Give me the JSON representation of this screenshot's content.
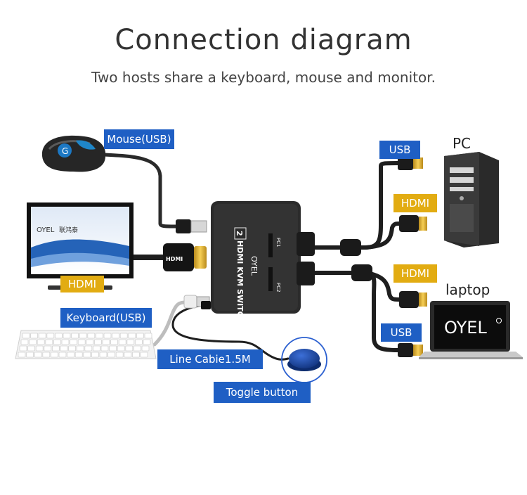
{
  "header": {
    "title": "Connection diagram",
    "subtitle": "Two hosts share a keyboard, mouse and monitor."
  },
  "labels": {
    "mouse": "Mouse(USB)",
    "hdmi_monitor": "HDMI",
    "keyboard": "Keyboard(USB)",
    "line_cable": "Line Cabie1.5M",
    "toggle": "Toggle button",
    "usb_pc": "USB",
    "hdmi_pc": "HDMI",
    "hdmi_laptop": "HDMI",
    "usb_laptop": "USB",
    "pc": "PC",
    "laptop": "laptop"
  },
  "device": {
    "brand": "OYEL",
    "model": "HDMI KVM SWITCH",
    "port_pc1": "PC1",
    "port_pc2": "PC2",
    "badge": "2",
    "hdmi_plug_text": "HDMI"
  },
  "monitor_screen": {
    "brand": "OYEL",
    "cn_text": "联鸿泰"
  },
  "laptop_screen": {
    "brand": "OYEL"
  },
  "colors": {
    "label_blue": "#1f5fc4",
    "label_gold": "#e2ac12",
    "switch_body": "#2b2b2b"
  }
}
